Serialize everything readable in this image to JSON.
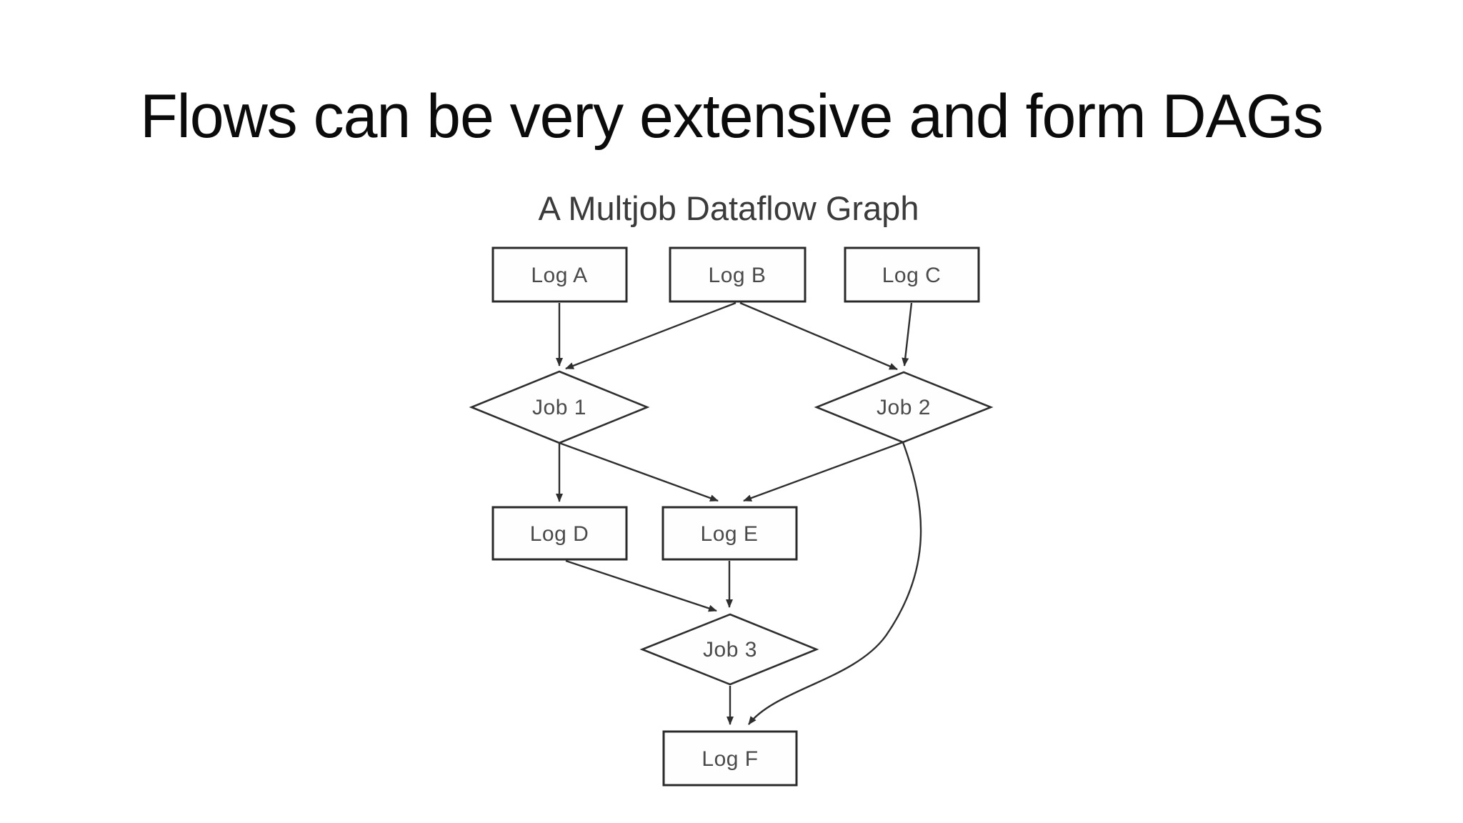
{
  "slide": {
    "title": "Flows can be very extensive and form DAGs"
  },
  "diagram": {
    "title": "A Multjob Dataflow Graph",
    "type": "directed-acyclic-graph",
    "nodes": [
      {
        "id": "log-a",
        "shape": "rect",
        "label": "Log A"
      },
      {
        "id": "log-b",
        "shape": "rect",
        "label": "Log B"
      },
      {
        "id": "log-c",
        "shape": "rect",
        "label": "Log C"
      },
      {
        "id": "job-1",
        "shape": "diamond",
        "label": "Job 1"
      },
      {
        "id": "job-2",
        "shape": "diamond",
        "label": "Job 2"
      },
      {
        "id": "log-d",
        "shape": "rect",
        "label": "Log D"
      },
      {
        "id": "log-e",
        "shape": "rect",
        "label": "Log E"
      },
      {
        "id": "job-3",
        "shape": "diamond",
        "label": "Job 3"
      },
      {
        "id": "log-f",
        "shape": "rect",
        "label": "Log F"
      }
    ],
    "edges": [
      {
        "from": "Log A",
        "to": "Job 1",
        "style": "straight"
      },
      {
        "from": "Log B",
        "to": "Job 1",
        "style": "straight"
      },
      {
        "from": "Log B",
        "to": "Job 2",
        "style": "straight"
      },
      {
        "from": "Log C",
        "to": "Job 2",
        "style": "straight"
      },
      {
        "from": "Job 1",
        "to": "Log D",
        "style": "straight"
      },
      {
        "from": "Job 1",
        "to": "Log E",
        "style": "straight"
      },
      {
        "from": "Job 2",
        "to": "Log E",
        "style": "straight"
      },
      {
        "from": "Log D",
        "to": "Job 3",
        "style": "straight"
      },
      {
        "from": "Log E",
        "to": "Job 3",
        "style": "straight"
      },
      {
        "from": "Job 3",
        "to": "Log F",
        "style": "straight"
      },
      {
        "from": "Job 2",
        "to": "Log F",
        "style": "curved"
      }
    ]
  },
  "colors": {
    "background": "#ffffff",
    "slide_title": "#0b0b0b",
    "diagram_title": "#3b3b3b",
    "line": "#2e2e2e",
    "node_border": "#2a2a2a",
    "node_label": "#4a4a4a"
  }
}
